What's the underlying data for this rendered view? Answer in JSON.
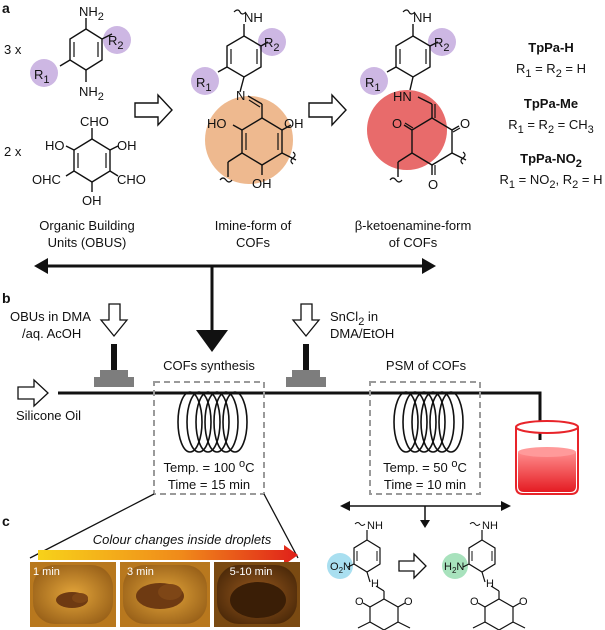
{
  "panels": {
    "a": "a",
    "b": "b",
    "c": "c"
  },
  "panel_a": {
    "eq_monomer": "3 x",
    "eq_aldehyde": "2 x",
    "r1": "R",
    "r1_sub": "1",
    "r2": "R",
    "r2_sub": "2",
    "nh2": "NH",
    "nh2_sub": "2",
    "nh": "NH",
    "hn": "HN",
    "n": "N",
    "cho": "CHO",
    "ohc": "OHC",
    "oh": "OH",
    "ho": "HO",
    "o": "O",
    "caption_obus_line1": "Organic Building",
    "caption_obus_line2": "Units (OBUS)",
    "caption_imine_line1": "Imine-form of",
    "caption_imine_line2": "COFs",
    "caption_keto_line1": "β-ketoenamine-form",
    "caption_keto_line2": "of COFs",
    "variants": [
      {
        "name": "TpPa-H",
        "def_l": "R",
        "def_l_sub": "1",
        "def_m": " = R",
        "def_m_sub": "2",
        "def_r": " = H",
        "def_r_sub": ""
      },
      {
        "name": "TpPa-Me",
        "def_l": "R",
        "def_l_sub": "1",
        "def_m": " = R",
        "def_m_sub": "2",
        "def_r": " = CH",
        "def_r_sub": "3"
      },
      {
        "name": "TpPa-NO",
        "name_sub": "2",
        "def_l": "R",
        "def_l_sub": "1",
        "def_m": " = NO",
        "def_m_sub": "2",
        "def_r": ", R",
        "def_r_sub": "2",
        "def_tail": " = H"
      }
    ]
  },
  "panel_b": {
    "inlet1_line1": "OBUs in DMA",
    "inlet1_line2": "/aq. AcOH",
    "inlet2_line1": "SnCl",
    "inlet2_sub": "2",
    "inlet2_line1_tail": " in",
    "inlet2_line2": "DMA/EtOH",
    "oil": "Silicone Oil",
    "stage1_title": "COFs synthesis",
    "stage1_temp_prefix": "Temp. = 100 ",
    "stage1_temp_sup": "o",
    "stage1_temp_unit": "C",
    "stage1_time": "Time = 15 min",
    "stage2_title": "PSM of COFs",
    "stage2_temp_prefix": "Temp. = 50 ",
    "stage2_temp_sup": "o",
    "stage2_temp_unit": "C",
    "stage2_time": "Time = 10 min",
    "nh": "NH",
    "o2n": "O",
    "o2n_sub": "2",
    "o2n_tail": "N",
    "h2n": "H",
    "h2n_sub": "2",
    "h2n_tail": "N",
    "o": "O",
    "h": "H"
  },
  "panel_c": {
    "banner": "Colour changes inside droplets",
    "frames": [
      "1 min",
      "3 min",
      "5-10 min"
    ]
  },
  "colors": {
    "purple": "#cdb7e3",
    "orange": "#eeb98f",
    "red_circle": "#e86b6b",
    "teal": "#a9dff0",
    "green": "#a8e2bd",
    "beaker_red": "#e8242a",
    "gray_block": "#7d7d7d"
  }
}
